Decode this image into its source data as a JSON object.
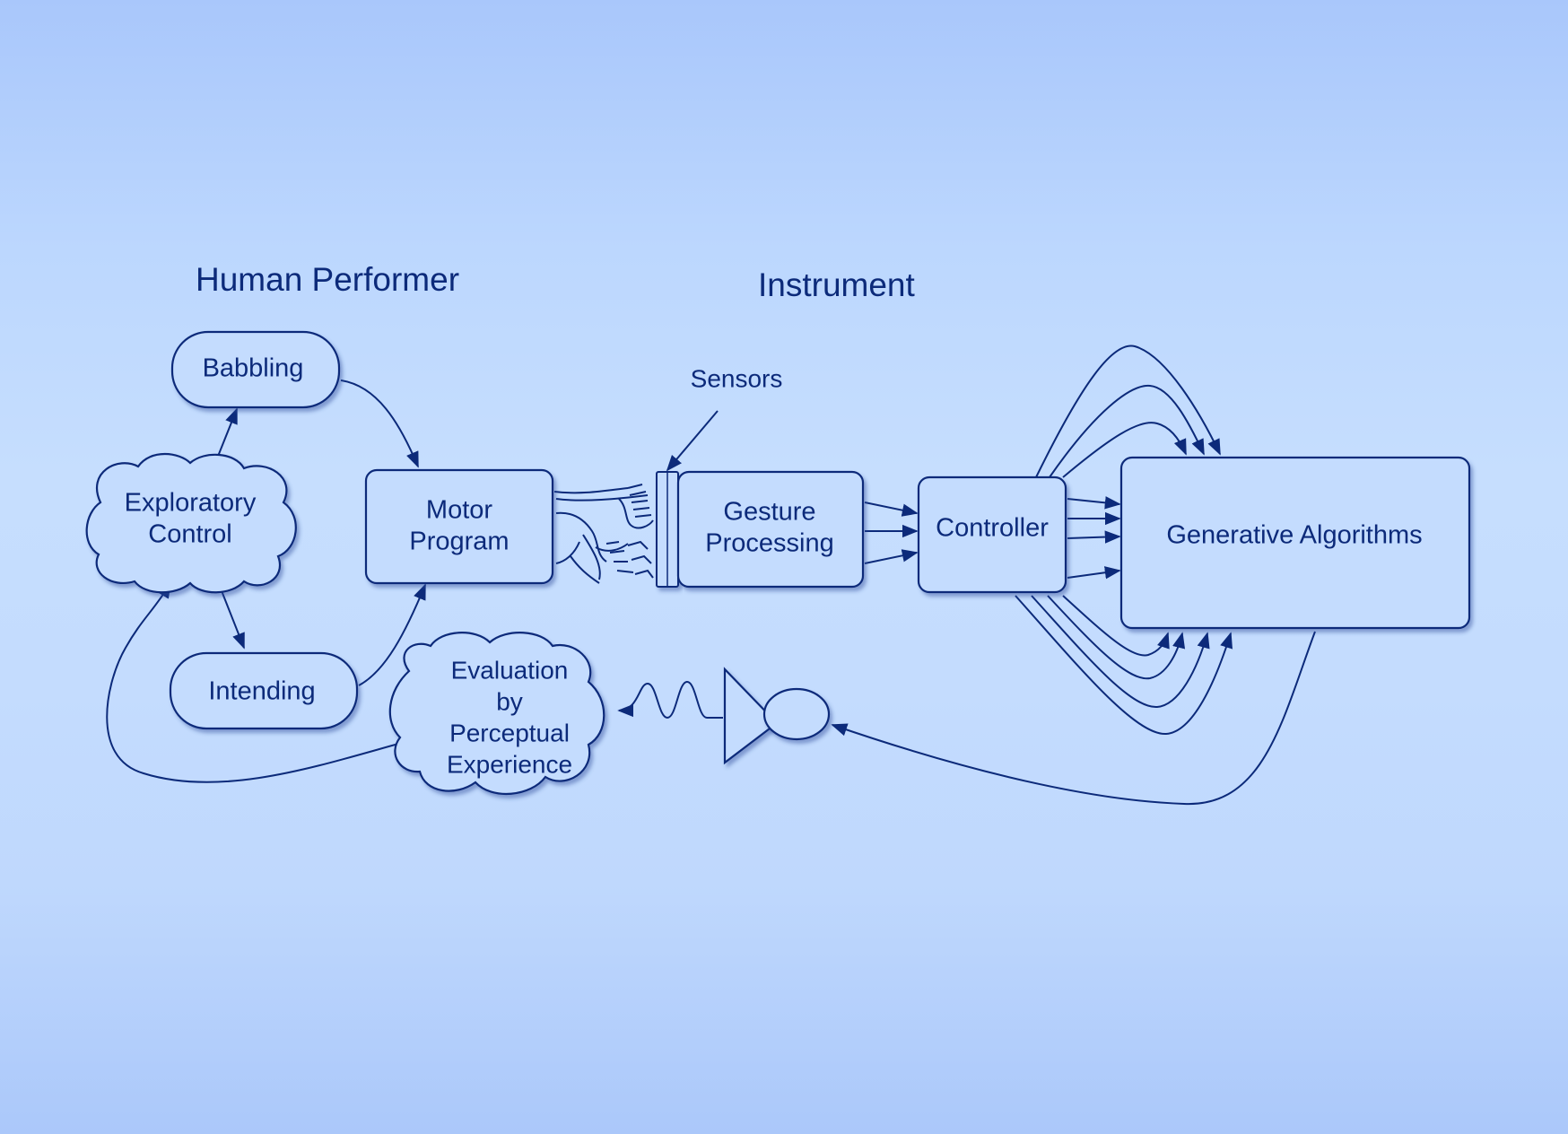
{
  "diagram": {
    "headings": {
      "human_performer": "Human Performer",
      "instrument": "Instrument"
    },
    "nodes": {
      "babbling": "Babbling",
      "exploratory_control": [
        "Exploratory",
        "Control"
      ],
      "intending": "Intending",
      "motor_program": [
        "Motor",
        "Program"
      ],
      "evaluation": [
        "Evaluation",
        "by",
        "Perceptual",
        "Experience"
      ],
      "sensors": "Sensors",
      "gesture_processing": [
        "Gesture",
        "Processing"
      ],
      "controller": "Controller",
      "generative_algorithms": "Generative Algorithms"
    },
    "colors": {
      "background": "#c4dcfe",
      "ink": "#0c2a7a"
    }
  }
}
